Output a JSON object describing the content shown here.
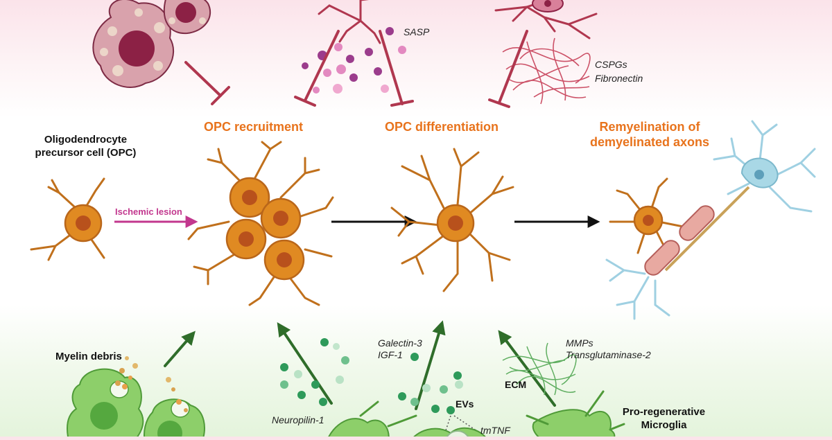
{
  "labels": {
    "opc": "Oligodendrocyte\nprecursor cell (OPC)",
    "ischemic": "Ischemic lesion",
    "recruitment": "OPC recruitment",
    "differentiation": "OPC differentiation",
    "remyelination": "Remyelination of\ndemyelinated axons",
    "sasp": "SASP",
    "cspgs": "CSPGs",
    "fibronectin": "Fibronectin",
    "myelin_debris": "Myelin debris",
    "neuropilin": "Neuropilin-1",
    "galectin": "Galectin-3",
    "igf": "IGF-1",
    "evs": "EVs",
    "tmtnf": "tmTNF",
    "mmps": "MMPs",
    "transglutaminase": "Transglutaminase-2",
    "ecm": "ECM",
    "microglia": "Pro-regenerative\nMicroglia"
  },
  "colors": {
    "opc_body": "#e08a22",
    "opc_stroke": "#b9661a",
    "opc_nucleus": "#b8511c",
    "inhibit": "#b0374f",
    "promote": "#2f6d2a",
    "microglia": "#8dcf6a",
    "neuron": "#a9d8e6",
    "myelin": "#e8a9a1",
    "ischemic_arrow": "#c2378e",
    "accent_text": "#e8731c"
  }
}
